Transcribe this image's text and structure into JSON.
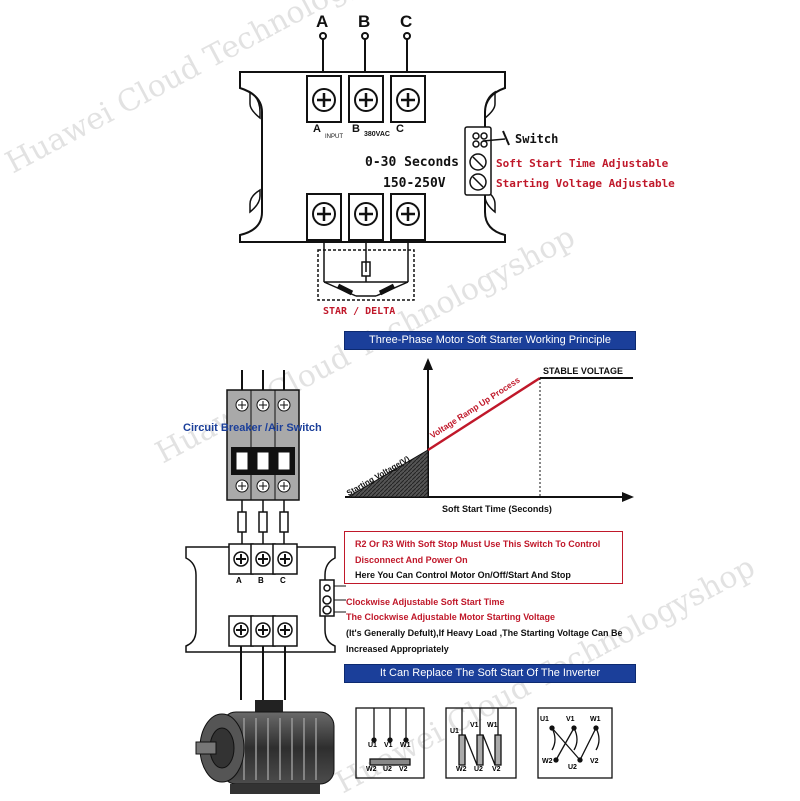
{
  "terminals": {
    "a": "A",
    "b": "B",
    "c": "C"
  },
  "panel": {
    "input_label": "A ∼ INPUT B ∼ 380VAC C",
    "input_a": "A",
    "input_mid": "INPUT",
    "input_b": "B",
    "input_volt": "380VAC",
    "input_c": "C",
    "seconds": "0-30 Seconds",
    "voltage": "150-250V",
    "switch": "Switch",
    "soft_start_adj": "Soft Start Time Adjustable",
    "starting_voltage_adj": "Starting Voltage Adjustable",
    "star_delta": "STAR / DELTA"
  },
  "banner_top": "Three-Phase Motor Soft Starter Working Principle",
  "banner_bottom": "It Can Replace The Soft Start Of The Inverter",
  "graph": {
    "stable_voltage": "STABLE VOLTAGE",
    "ramp_process": "Voltage Ramp Up Process",
    "starting_voltage": "Starting Voltage(V)",
    "x_axis": "Soft Start Time (Seconds)"
  },
  "breaker_label": "Circuit Breaker /Air Switch",
  "lower_unit": {
    "a": "A",
    "b": "B",
    "c": "C"
  },
  "notes": {
    "line1": "R2 Or R3 With Soft Stop Must Use This Switch To Control",
    "line2": "Disconnect And Power On",
    "line3": "Here You Can Control Motor On/Off/Start And Stop",
    "line4": "Clockwise Adjustable Soft Start Time",
    "line5": "The Clockwise Adjustable Motor Starting Voltage",
    "line6": "(It's Generally Defult),If Heavy Load ,The Starting Voltage Can Be",
    "line7": "Increased Appropriately"
  },
  "wiring": {
    "u1": "U1",
    "v1": "V1",
    "w1": "W1",
    "u2": "U2",
    "v2": "V2",
    "w2": "W2"
  },
  "watermark": "Huawei Cloud Technologyshop",
  "colors": {
    "red": "#c0182a",
    "blue": "#1b3f9a",
    "dark": "#111111",
    "breaker_gray": "#a9a9a9"
  }
}
